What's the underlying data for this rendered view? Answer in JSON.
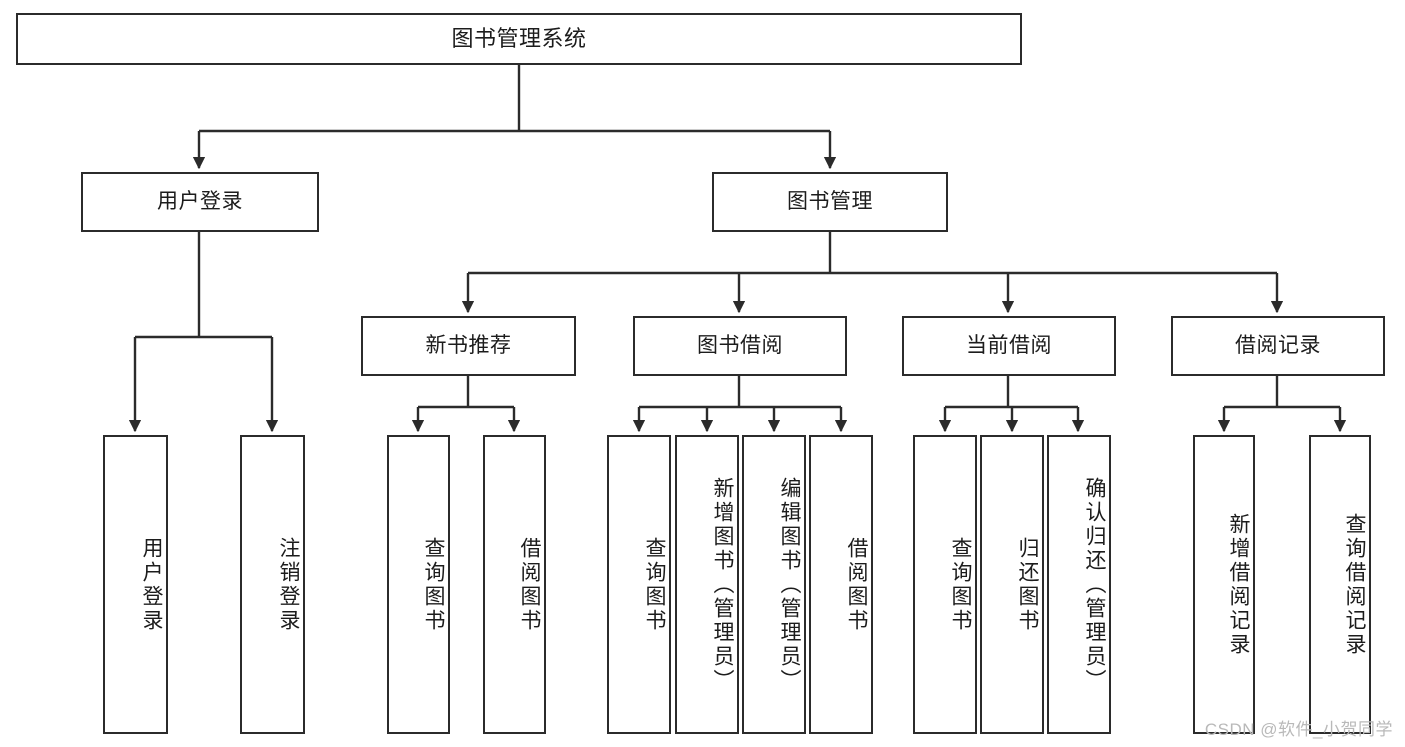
{
  "diagram": {
    "title": "图书管理系统",
    "type": "tree-hierarchy",
    "colors": {
      "box_border": "#2b2b2b",
      "box_fill": "#ffffff",
      "edge": "#2b2b2b",
      "text": "#1c1c1c",
      "watermark": "#b9b9b9",
      "background": "#ffffff"
    },
    "root": {
      "id": "root",
      "label": "图书管理系统",
      "orientation": "horizontal"
    },
    "level2": [
      {
        "id": "user-login",
        "label": "用户登录",
        "orientation": "horizontal"
      },
      {
        "id": "book-manage",
        "label": "图书管理",
        "orientation": "horizontal"
      }
    ],
    "level3": [
      {
        "id": "new-book-recommend",
        "label": "新书推荐",
        "orientation": "horizontal",
        "parent": "book-manage"
      },
      {
        "id": "book-borrow",
        "label": "图书借阅",
        "orientation": "horizontal",
        "parent": "book-manage"
      },
      {
        "id": "current-borrow",
        "label": "当前借阅",
        "orientation": "horizontal",
        "parent": "book-manage"
      },
      {
        "id": "borrow-record",
        "label": "借阅记录",
        "orientation": "horizontal",
        "parent": "book-manage"
      }
    ],
    "leaves": [
      {
        "id": "leaf-user-login",
        "label": "用户登录",
        "orientation": "vertical",
        "parent": "user-login"
      },
      {
        "id": "leaf-logout",
        "label": "注销登录",
        "orientation": "vertical",
        "parent": "user-login"
      },
      {
        "id": "leaf-query-book-1",
        "label": "查询图书",
        "orientation": "vertical",
        "parent": "new-book-recommend"
      },
      {
        "id": "leaf-borrow-book-1",
        "label": "借阅图书",
        "orientation": "vertical",
        "parent": "new-book-recommend"
      },
      {
        "id": "leaf-query-book-2",
        "label": "查询图书",
        "orientation": "vertical",
        "parent": "book-borrow"
      },
      {
        "id": "leaf-add-book",
        "label": "新增图书（管理员）",
        "orientation": "vertical",
        "parent": "book-borrow"
      },
      {
        "id": "leaf-edit-book",
        "label": "编辑图书（管理员）",
        "orientation": "vertical",
        "parent": "book-borrow"
      },
      {
        "id": "leaf-borrow-book-2",
        "label": "借阅图书",
        "orientation": "vertical",
        "parent": "book-borrow"
      },
      {
        "id": "leaf-query-book-3",
        "label": "查询图书",
        "orientation": "vertical",
        "parent": "current-borrow"
      },
      {
        "id": "leaf-return-book",
        "label": "归还图书",
        "orientation": "vertical",
        "parent": "current-borrow"
      },
      {
        "id": "leaf-confirm-return",
        "label": "确认归还（管理员）",
        "orientation": "vertical",
        "parent": "current-borrow"
      },
      {
        "id": "leaf-add-record",
        "label": "新增借阅记录",
        "orientation": "vertical",
        "parent": "borrow-record"
      },
      {
        "id": "leaf-query-record",
        "label": "查询借阅记录",
        "orientation": "vertical",
        "parent": "borrow-record"
      }
    ]
  },
  "watermark": {
    "text": "CSDN @软件_小贺同学"
  }
}
